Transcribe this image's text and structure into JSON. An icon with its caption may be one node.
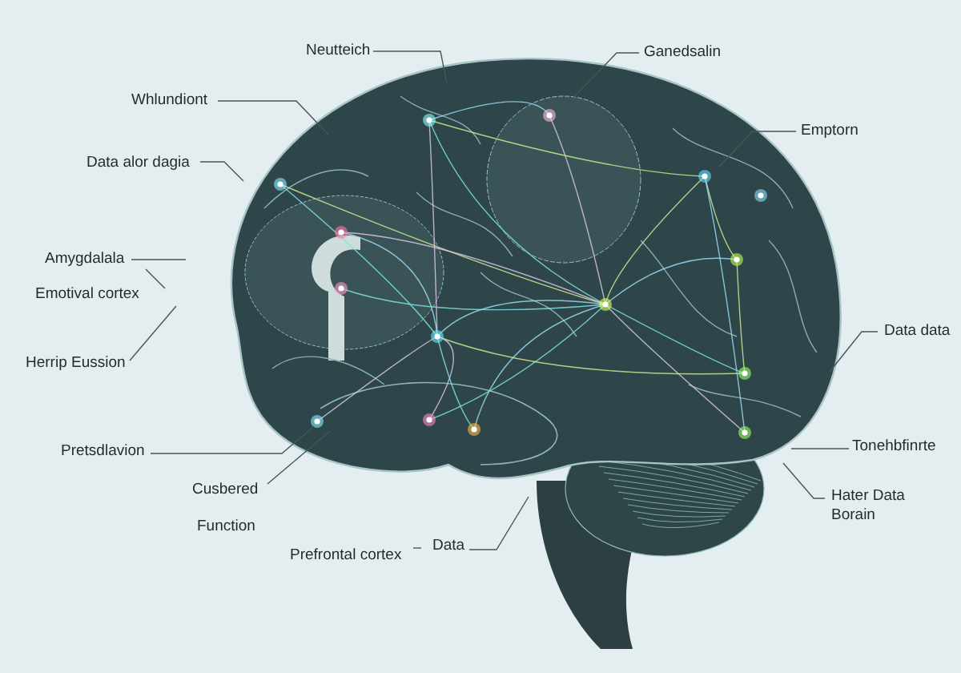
{
  "diagram": {
    "nodes": [
      {
        "text": [
          "Neutteich"
        ]
      },
      {
        "text": [
          "Ganedsalin"
        ]
      },
      {
        "text": [
          "Whlundiont"
        ]
      },
      {
        "text": [
          "Emptorn"
        ]
      },
      {
        "text": [
          "Data alor dagia"
        ]
      },
      {
        "text": [
          "Amygdalala"
        ]
      },
      {
        "text": [
          "Emotival cortex"
        ]
      },
      {
        "text": [
          "Herrip Eussion"
        ]
      },
      {
        "text": [
          "Data data"
        ]
      },
      {
        "text": [
          "Pretsdlavion"
        ]
      },
      {
        "text": [
          "Cusbered"
        ]
      },
      {
        "text": [
          "Tonehbfinrte"
        ]
      },
      {
        "text": [
          "Hater Data Borain"
        ]
      },
      {
        "text": [
          "Data"
        ]
      }
    ],
    "edges": [
      {
        "from": 0,
        "to": null,
        "arrow": "none"
      },
      {
        "from": 1,
        "to": null,
        "arrow": "none"
      },
      {
        "from": 2,
        "to": null,
        "arrow": "none"
      },
      {
        "from": 3,
        "to": null,
        "arrow": "none"
      },
      {
        "from": 4,
        "to": null,
        "arrow": "none"
      },
      {
        "from": 5,
        "to": null,
        "arrow": "none"
      },
      {
        "from": 6,
        "to": null,
        "arrow": "none"
      },
      {
        "from": 7,
        "to": null,
        "arrow": "none"
      },
      {
        "from": 8,
        "to": null,
        "arrow": "none"
      },
      {
        "from": 9,
        "to": null,
        "arrow": "none"
      },
      {
        "from": 10,
        "to": null,
        "arrow": "none"
      },
      {
        "from": 11,
        "to": null,
        "arrow": "none"
      },
      {
        "from": 12,
        "to": null,
        "arrow": "none"
      },
      {
        "from": 13,
        "to": null,
        "arrow": "none"
      }
    ],
    "labels": [
      "Function",
      "Prefrontal cortex"
    ]
  }
}
